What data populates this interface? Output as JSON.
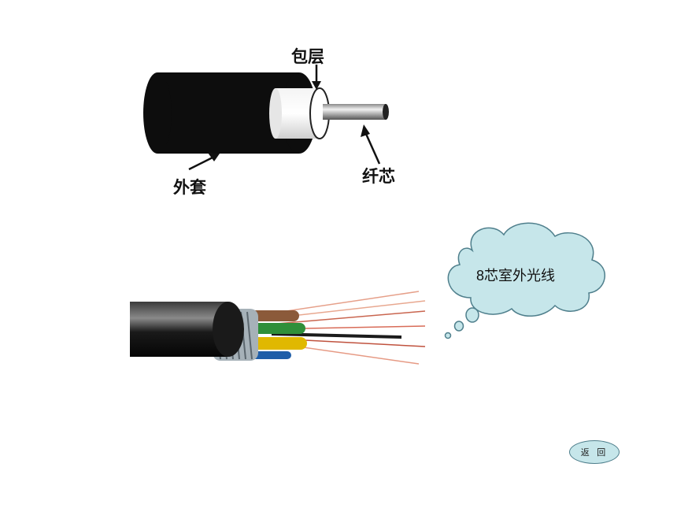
{
  "diagram": {
    "labels": {
      "cladding": "包层",
      "jacket": "外套",
      "core": "纤芯"
    }
  },
  "callout": {
    "text": "8芯室外光线"
  },
  "nav": {
    "back_label": "返 回"
  },
  "colors": {
    "jacket": "#0d0d0d",
    "callout_fill": "#c6e6ea",
    "callout_stroke": "#4f7f8c"
  }
}
